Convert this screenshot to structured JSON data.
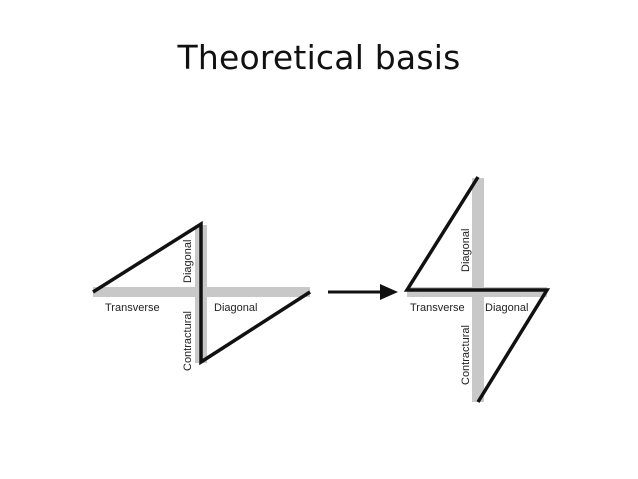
{
  "slide": {
    "title": "Theoretical basis"
  },
  "left_figure": {
    "vertical_top_label": "Diagonal",
    "vertical_bottom_label": "Contractural",
    "horizontal_left_label": "Transverse",
    "horizontal_right_label": "Diagonal"
  },
  "right_figure": {
    "vertical_top_label": "Diagonal",
    "vertical_bottom_label": "Contractural",
    "horizontal_left_label": "Transverse",
    "horizontal_right_label": "Diagonal"
  },
  "colors": {
    "stroke": "#111111",
    "shaded_band": "#c8c8c8",
    "label": "#222222"
  }
}
